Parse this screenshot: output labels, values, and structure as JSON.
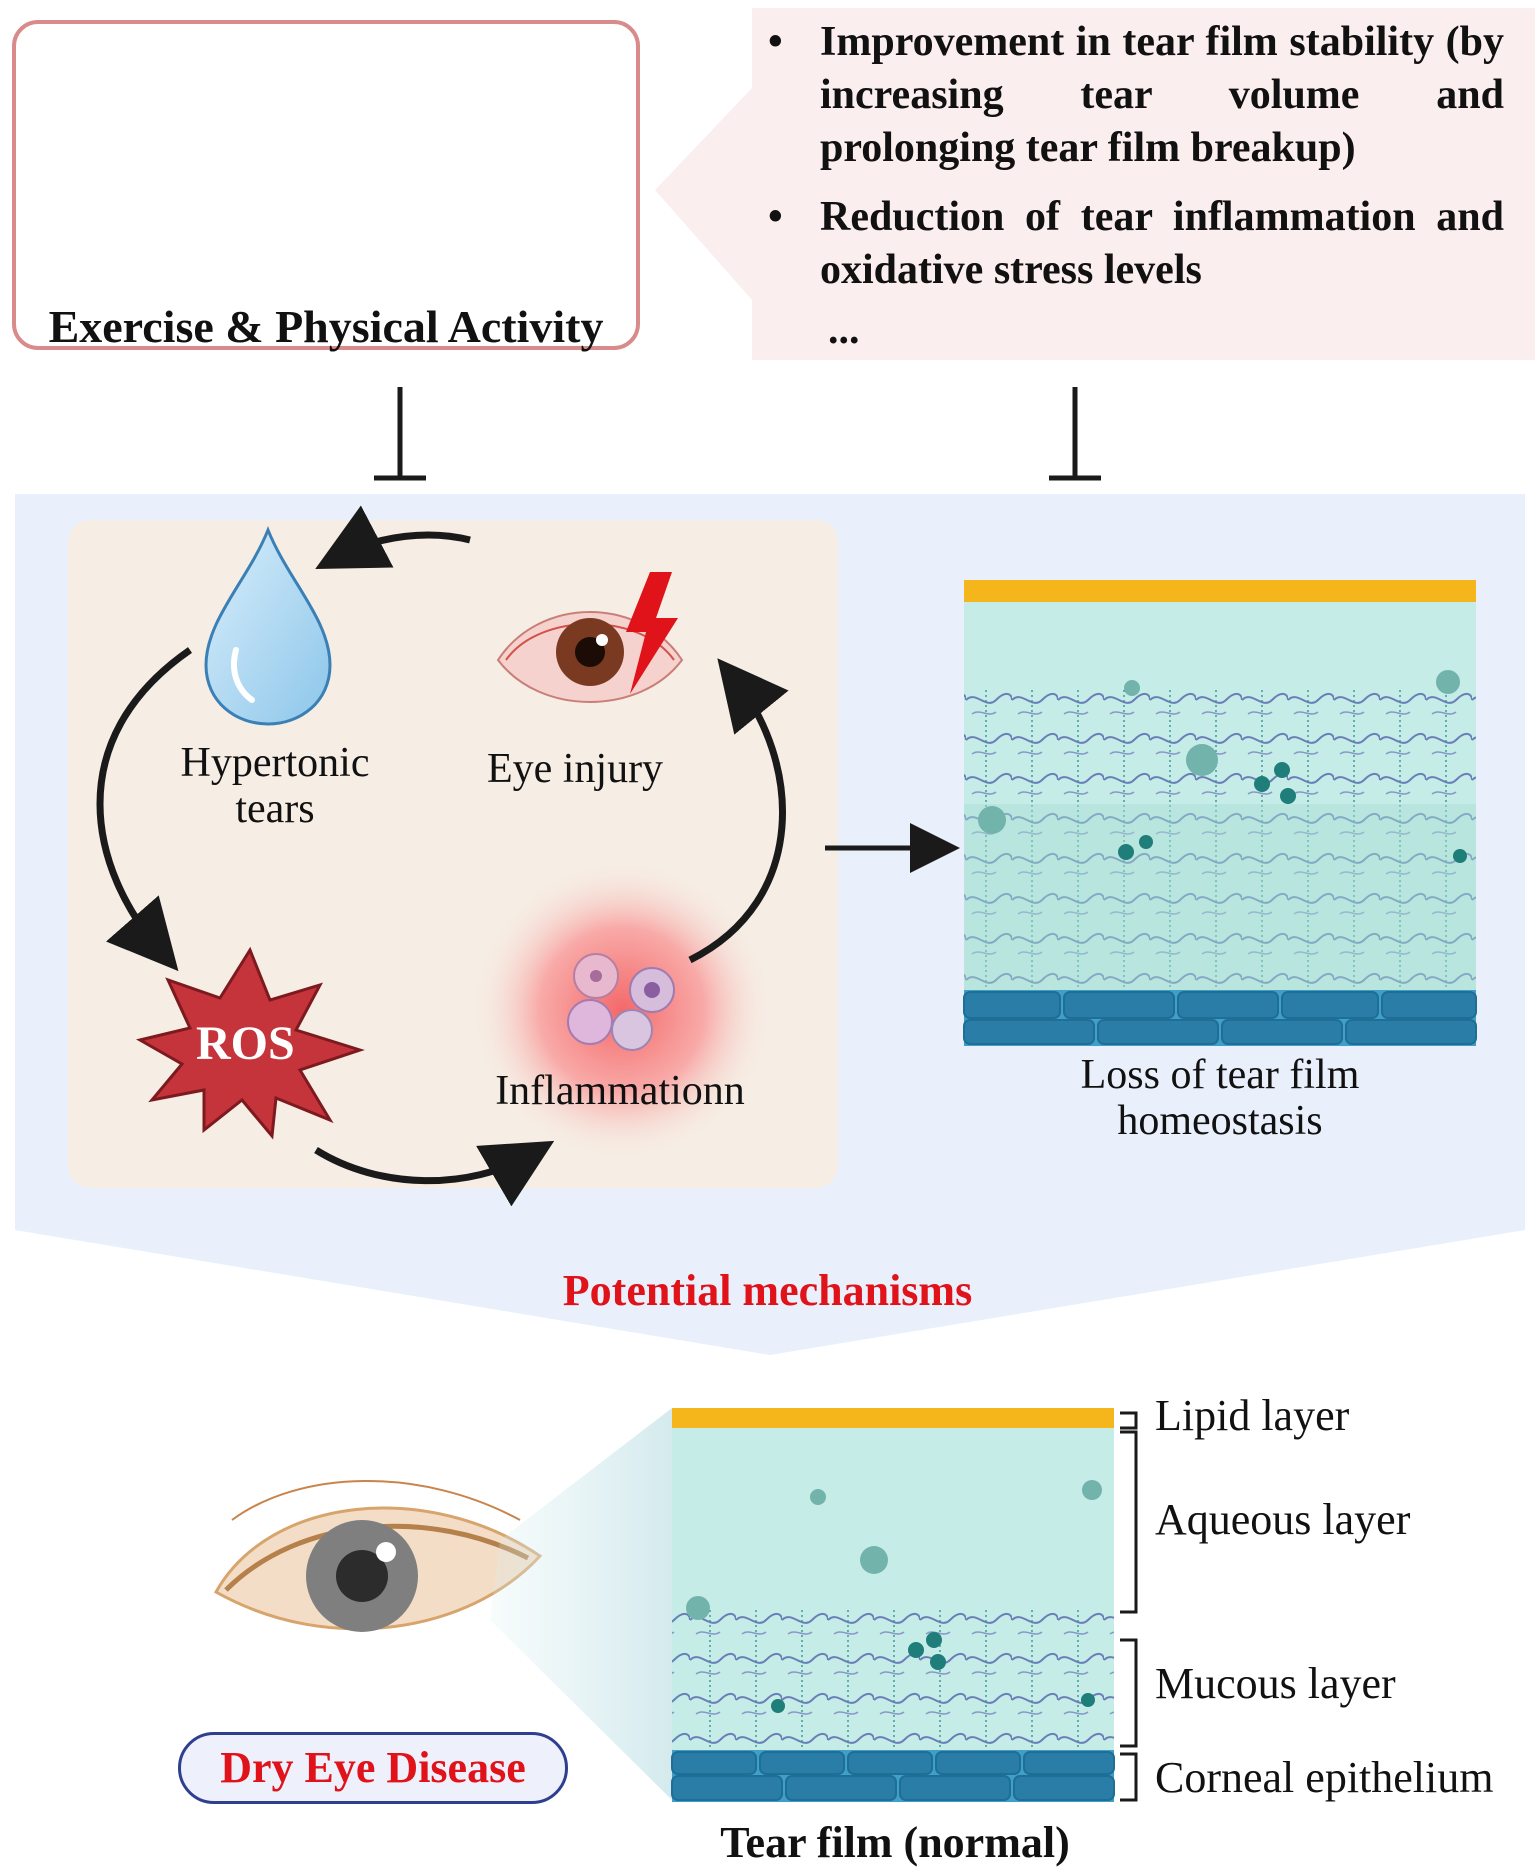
{
  "exercise": {
    "title": "Exercise & Physical Activity",
    "icons": [
      "walking-person-icon",
      "running-person-icon",
      "swimming-person-icon"
    ],
    "border_color": "#d98a8a",
    "icon_color": "#3f5b73"
  },
  "benefits": {
    "items": [
      "Improvement in tear film stability (by increasing tear volume and prolonging tear film breakup)",
      "Reduction of tear inflammation and oxidative stress levels"
    ],
    "bullet": "•",
    "more": "..."
  },
  "cycle": {
    "hypertonic": "Hypertonic tears",
    "eye_injury": "Eye injury",
    "ros": "ROS",
    "inflammation": "Inflammationn"
  },
  "loss_label": "Loss of tear film homeostasis",
  "mechanisms_title": "Potential mechanisms",
  "dry_eye_label": "Dry Eye Disease",
  "layers": {
    "lipid": "Lipid layer",
    "aqueous": "Aqueous layer",
    "mucous": "Mucous layer",
    "corneal": "Corneal epithelium"
  },
  "tear_film_normal": "Tear film (normal)",
  "colors": {
    "lipid": "#f5b61c",
    "aqueous": "#c5ece6",
    "epithelium": "#3f9fc8",
    "accent_red": "#e0121a",
    "panel_bg": "#e9f0fb",
    "cycle_bg": "#f6ede4",
    "ros_fill": "#c5343a"
  }
}
